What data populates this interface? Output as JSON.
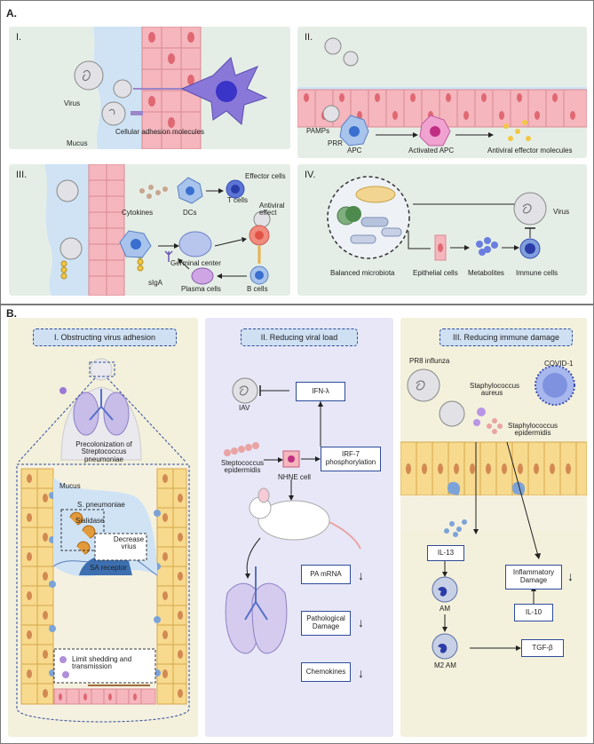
{
  "labels": {
    "section_a": "A.",
    "section_b": "B.",
    "a_i": "I.",
    "a_ii": "II.",
    "a_iii": "III.",
    "a_iv": "IV.",
    "virus": "Virus",
    "cam": "Cellular adhesion molecules",
    "mucus": "Mucus",
    "pamps": "PAMPs",
    "prr": "PRR",
    "apc": "APC",
    "activated_apc": "Activated APC",
    "antiviral_effector": "Antiviral effector molecules",
    "cytokines": "Cytokines",
    "dcs": "DCs",
    "effector_cells": "Effector cells",
    "t_cells": "T cells",
    "antiviral_effect": "Antiviral effect",
    "germinal_center": "Germinal center",
    "siga": "sIgA",
    "plasma_cells": "Plasma cells",
    "b_cells": "B cells",
    "virus_iv": "Virus",
    "balanced_microbiota": "Balanced microbiota",
    "epithelial_cells": "Epithelial cells",
    "metabolites": "Metabolites",
    "immune_cells": "Immune cells",
    "b_i_header": "I. Obstructing virus adhesion",
    "b_ii_header": "II. Reducing viral load",
    "b_iii_header": "III. Reducing immune damage",
    "precolonization": "Precolonization of Streptococcus pneumoniae",
    "mucus_b": "Mucus",
    "s_pneumoniae": "S. pneumoniae",
    "sialidase": "Sialidase",
    "decrease_virus": "Decrease vrius",
    "sa_receptor": "SA receptor",
    "limit_shedding": "Limit shedding and transmission",
    "iav": "IAV",
    "ifn": "IFN-λ",
    "irf7": "IRF-7 phosphorylation",
    "steptococcus": "Steptococcus epidermidis",
    "nhne": "NHNE cell",
    "pa_mrna": "PA mRNA",
    "pathological_damage": "Pathological Damage",
    "chemokines": "Chemokines",
    "pr8": "PR8 influnza",
    "covid": "COVID-1",
    "staph_aureus": "Staphylococcus aureus",
    "staph_epi": "Staphylococcus epidermidis",
    "il13": "IL-13",
    "inflammatory_damage": "Inflammatory Damage",
    "am": "AM",
    "il10": "IL-10",
    "m2am": "M2 AM",
    "tgfb": "TGF-β",
    "down_arrow": "↓"
  },
  "colors": {
    "panel_green": "#e5eee6",
    "panel_beige": "#f3f0dc",
    "panel_lavender": "#e7e7f7",
    "header_blue": "#cfe0f3",
    "border_blue": "#2d4c9a",
    "epithelium_pink": "#f5b6bd",
    "epithelium_yellow": "#f7da8e",
    "virus_grey": "#c9c9cf",
    "apc_blue": "#7f9fdc",
    "activated_pink": "#e07ab8"
  }
}
